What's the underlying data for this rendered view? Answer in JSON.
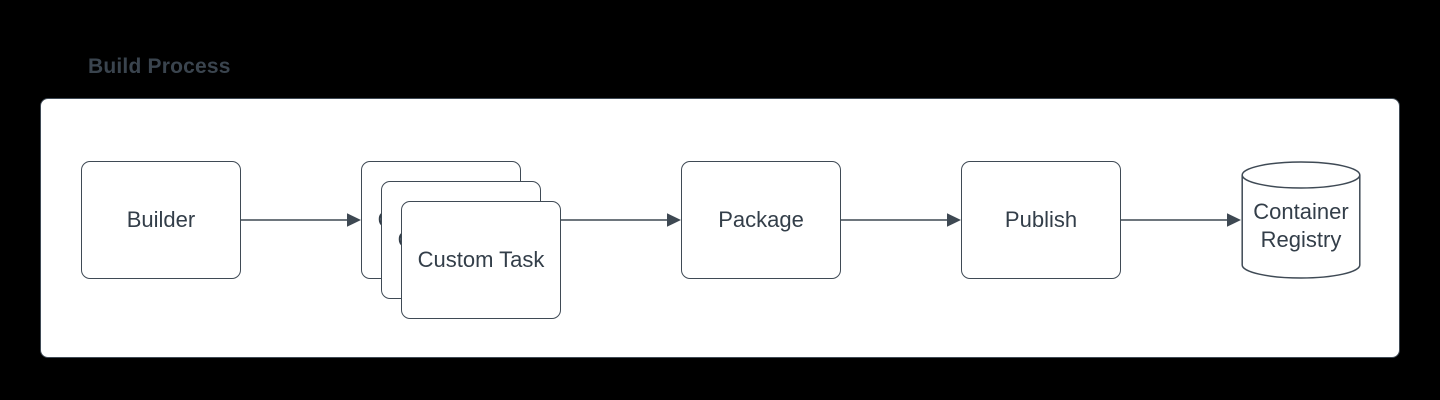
{
  "diagram": {
    "title": "Build Process",
    "nodes": {
      "builder": {
        "label": "Builder",
        "shape": "rounded-rectangle"
      },
      "custom_task": {
        "label": "Custom Task",
        "shape": "stacked-rounded-rectangles",
        "stack_count": 3
      },
      "package": {
        "label": "Package",
        "shape": "rounded-rectangle"
      },
      "publish": {
        "label": "Publish",
        "shape": "rounded-rectangle"
      },
      "container_registry": {
        "label": "Container Registry",
        "shape": "cylinder"
      }
    },
    "edges": [
      {
        "from": "Builder",
        "to": "Custom Task"
      },
      {
        "from": "Custom Task",
        "to": "Package"
      },
      {
        "from": "Package",
        "to": "Publish"
      },
      {
        "from": "Publish",
        "to": "Container Registry"
      }
    ],
    "colors": {
      "canvas_background": "#000000",
      "frame_background": "#ffffff",
      "stroke": "#3f4a55",
      "text": "#333e49",
      "title_text": "#3a444e"
    }
  }
}
